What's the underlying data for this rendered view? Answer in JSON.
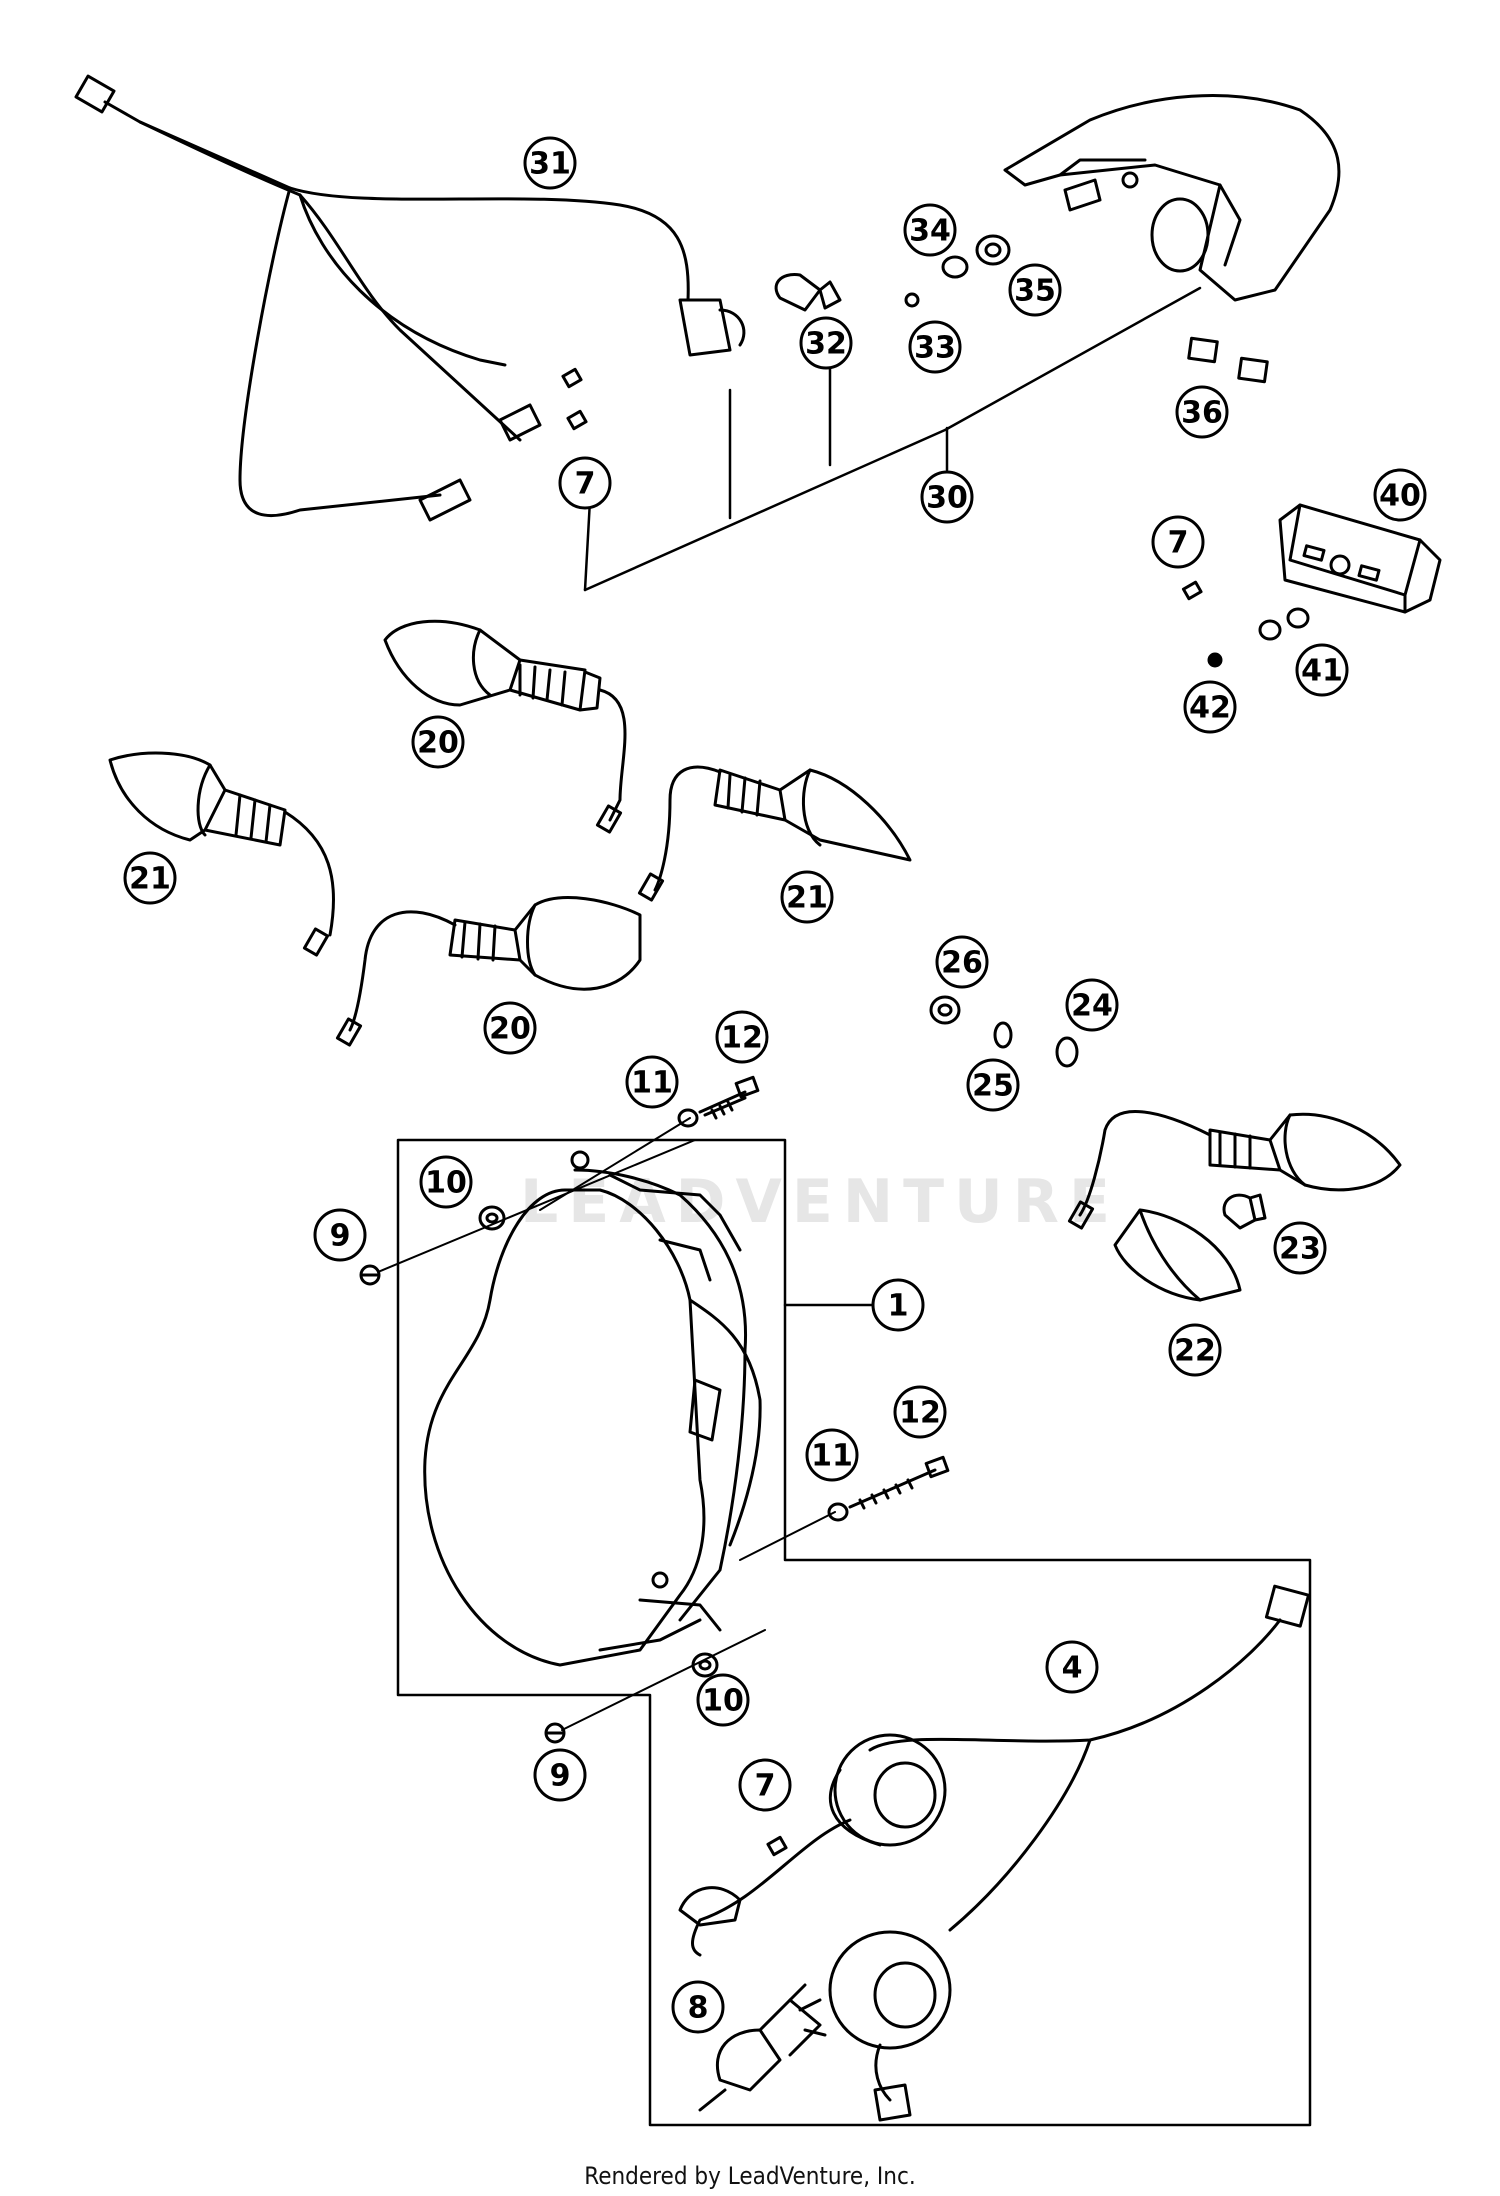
{
  "watermark": {
    "text": "LEADVENTURE"
  },
  "credit": "Rendered by LeadVenture, Inc.",
  "callouts": [
    {
      "id": "c31",
      "label": "31"
    },
    {
      "id": "c34",
      "label": "34"
    },
    {
      "id": "c35",
      "label": "35"
    },
    {
      "id": "c32",
      "label": "32"
    },
    {
      "id": "c33",
      "label": "33"
    },
    {
      "id": "c36",
      "label": "36"
    },
    {
      "id": "c30",
      "label": "30"
    },
    {
      "id": "c7a",
      "label": "7"
    },
    {
      "id": "c40",
      "label": "40"
    },
    {
      "id": "c7b",
      "label": "7"
    },
    {
      "id": "c41",
      "label": "41"
    },
    {
      "id": "c42",
      "label": "42"
    },
    {
      "id": "c20a",
      "label": "20"
    },
    {
      "id": "c21a",
      "label": "21"
    },
    {
      "id": "c21b",
      "label": "21"
    },
    {
      "id": "c20b",
      "label": "20"
    },
    {
      "id": "c26",
      "label": "26"
    },
    {
      "id": "c24",
      "label": "24"
    },
    {
      "id": "c25",
      "label": "25"
    },
    {
      "id": "c12a",
      "label": "12"
    },
    {
      "id": "c11a",
      "label": "11"
    },
    {
      "id": "c10a",
      "label": "10"
    },
    {
      "id": "c9a",
      "label": "9"
    },
    {
      "id": "c1",
      "label": "1"
    },
    {
      "id": "c23",
      "label": "23"
    },
    {
      "id": "c22",
      "label": "22"
    },
    {
      "id": "c12b",
      "label": "12"
    },
    {
      "id": "c11b",
      "label": "11"
    },
    {
      "id": "c4",
      "label": "4"
    },
    {
      "id": "c10b",
      "label": "10"
    },
    {
      "id": "c9b",
      "label": "9"
    },
    {
      "id": "c7c",
      "label": "7"
    },
    {
      "id": "c8",
      "label": "8"
    }
  ]
}
